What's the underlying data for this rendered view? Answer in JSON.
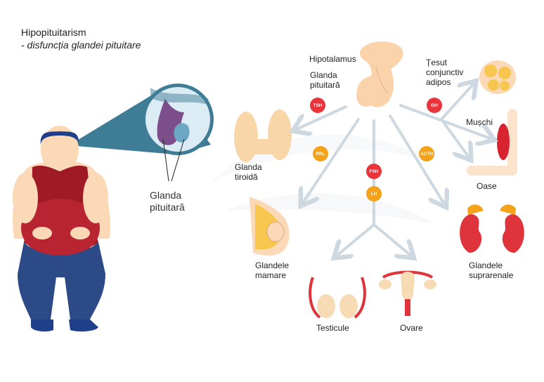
{
  "title": "Hipopituitarism",
  "subtitle": "- disfuncția glandei pituitare",
  "zoom_label": [
    "Glanda",
    "pituitară"
  ],
  "labels": {
    "hypothalamus": "Hipotalamus",
    "pituitary": [
      "Glanda",
      "pituitară"
    ],
    "adipose": [
      "Țesut",
      "conjunctiv",
      "adipos"
    ],
    "muscle": "Mușchi",
    "bones": "Oase",
    "thyroid": [
      "Glanda",
      "tiroidă"
    ],
    "mammary": [
      "Glandele",
      "mamare"
    ],
    "adrenal": [
      "Glandele",
      "suprarenale"
    ],
    "testes": "Testicule",
    "ovaries": "Ovare"
  },
  "hormones": {
    "tsh": "TSH",
    "gh": "GH",
    "prl": "PRL",
    "acth": "ACTH",
    "fsh": "FSH",
    "lh": "LH"
  },
  "colors": {
    "arrow": "#cdd8e0",
    "badge_red": "#e8343a",
    "badge_orange": "#f5a21b",
    "skin": "#fbd8b6",
    "shirt": "#9e1a24",
    "pants": "#2c4a86",
    "hair": "#1f3f8a",
    "zoom": "#3f7c96"
  }
}
